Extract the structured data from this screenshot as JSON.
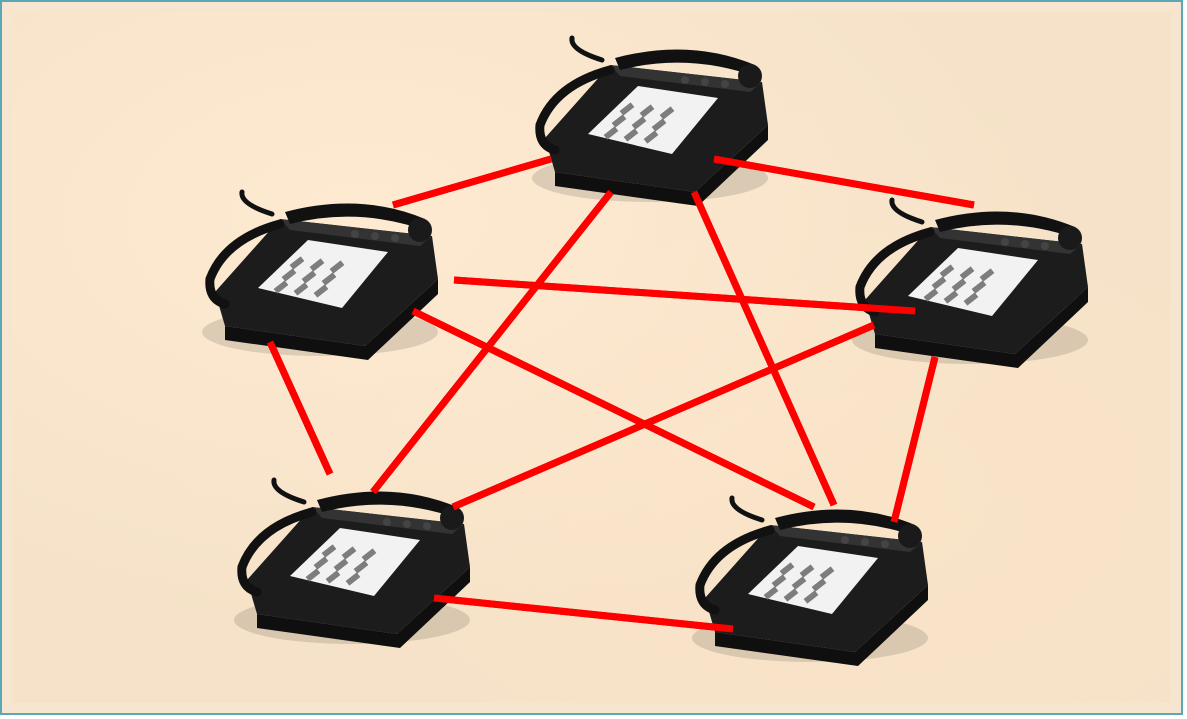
{
  "diagram": {
    "kind": "fully-connected-network",
    "colors": {
      "background": "#f5e2c8",
      "border": "#5aa7b5",
      "link": "#ff0000",
      "phone_body": "#1e1e1e",
      "phone_panel": "#f2f2f2",
      "keypad": "#7d7d7d"
    },
    "nodes": [
      {
        "id": "phone-top",
        "icon": "telephone-icon"
      },
      {
        "id": "phone-left",
        "icon": "telephone-icon"
      },
      {
        "id": "phone-right",
        "icon": "telephone-icon"
      },
      {
        "id": "phone-bottom-left",
        "icon": "telephone-icon"
      },
      {
        "id": "phone-bottom-right",
        "icon": "telephone-icon"
      }
    ],
    "links": [
      {
        "from": "phone-top",
        "to": "phone-left"
      },
      {
        "from": "phone-top",
        "to": "phone-right"
      },
      {
        "from": "phone-top",
        "to": "phone-bottom-left"
      },
      {
        "from": "phone-top",
        "to": "phone-bottom-right"
      },
      {
        "from": "phone-left",
        "to": "phone-right"
      },
      {
        "from": "phone-left",
        "to": "phone-bottom-left"
      },
      {
        "from": "phone-left",
        "to": "phone-bottom-right"
      },
      {
        "from": "phone-right",
        "to": "phone-bottom-left"
      },
      {
        "from": "phone-right",
        "to": "phone-bottom-right"
      },
      {
        "from": "phone-bottom-left",
        "to": "phone-bottom-right"
      }
    ]
  }
}
